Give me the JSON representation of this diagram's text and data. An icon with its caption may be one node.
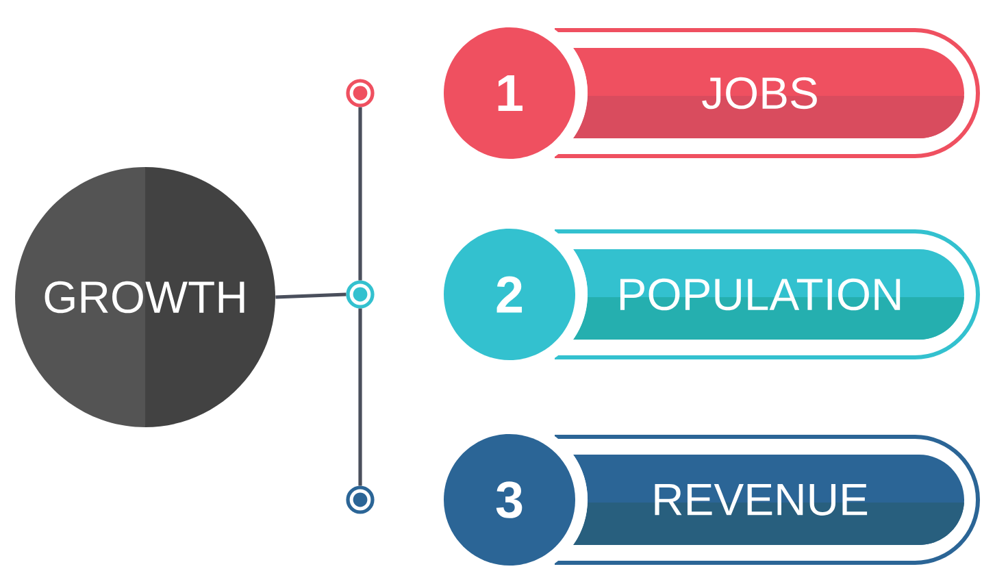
{
  "diagram": {
    "nodes": [
      {
        "text": [
          "GROWTH"
        ]
      },
      {
        "text": [],
        "shape": "circle"
      },
      {
        "text": [],
        "shape": "circle"
      },
      {
        "text": [],
        "shape": "circle"
      },
      {
        "text": [
          "1"
        ]
      },
      {
        "text": [
          "JOBS"
        ]
      },
      {
        "text": [
          "2"
        ]
      },
      {
        "text": [
          "POPULATION"
        ]
      },
      {
        "text": [
          "3"
        ]
      },
      {
        "text": [
          "REVENUE"
        ]
      }
    ],
    "edges": [
      {
        "from": 0,
        "to": 2,
        "arrow": "none"
      },
      {
        "from": 1,
        "to": 2,
        "arrow": "none"
      },
      {
        "from": 2,
        "to": 3,
        "arrow": "none"
      }
    ]
  }
}
